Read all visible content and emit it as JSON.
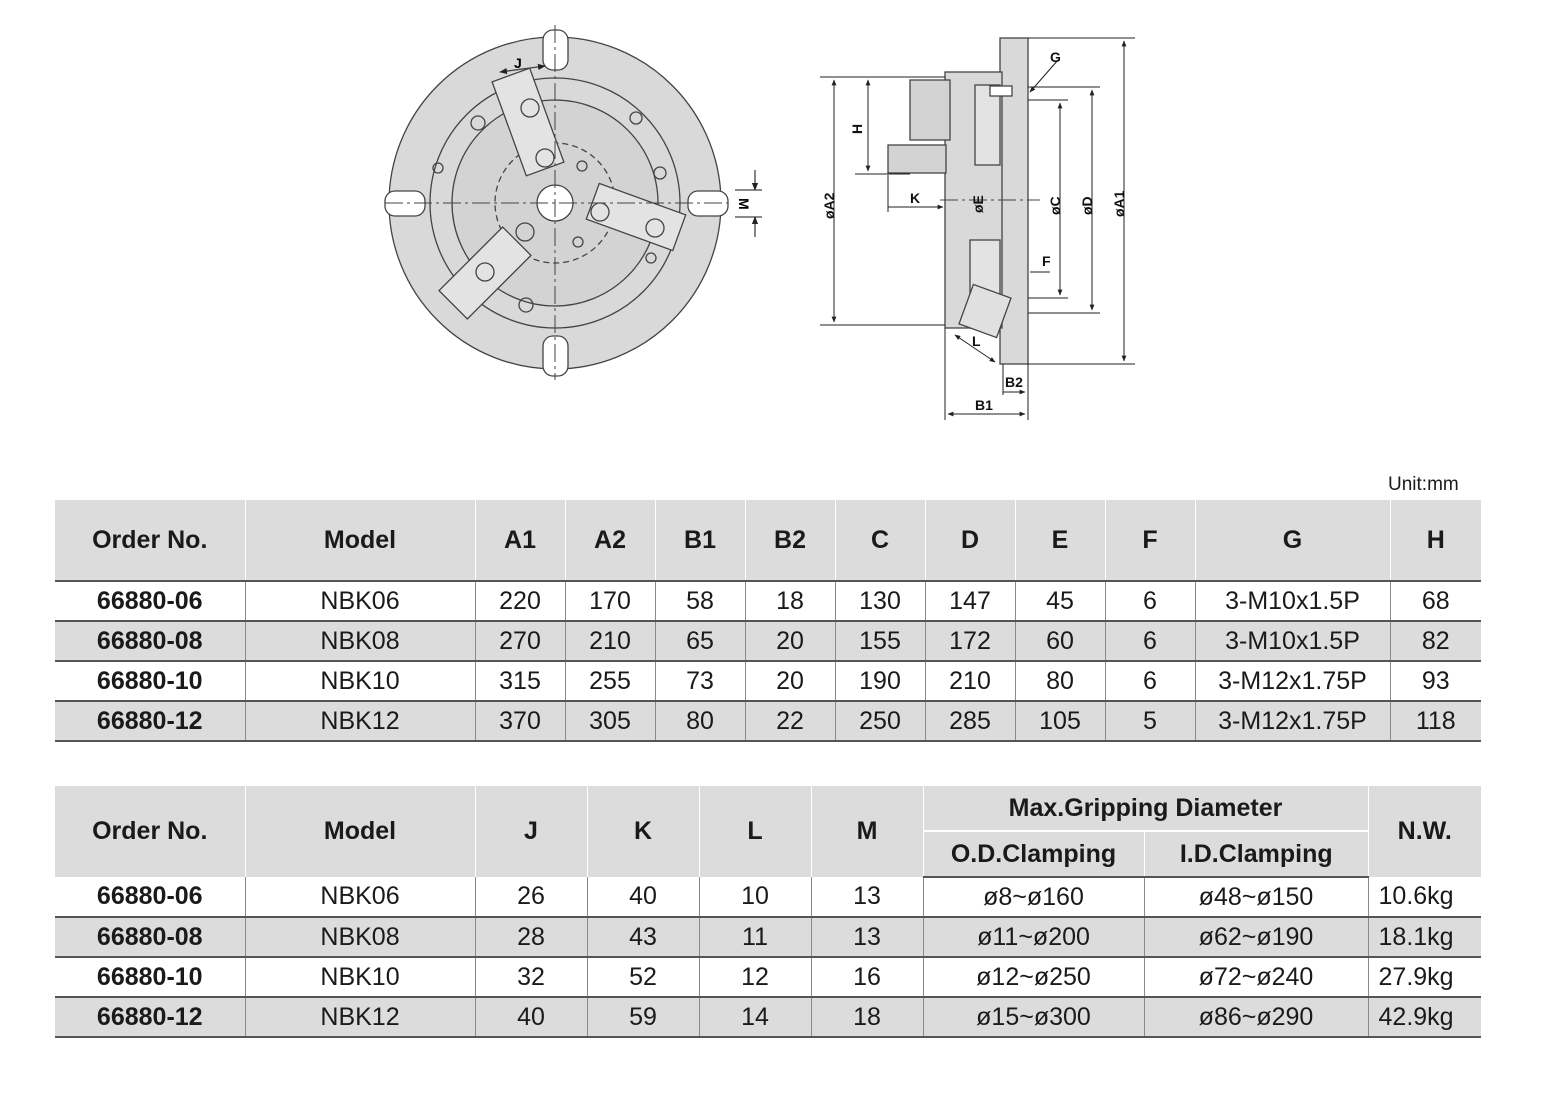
{
  "drawing": {
    "front_labels": {
      "J": "J",
      "M": "M"
    },
    "side_labels": {
      "G": "G",
      "H": "H",
      "K": "K",
      "E": "øE",
      "C": "øC",
      "D": "øD",
      "A1": "øA1",
      "A2": "øA2",
      "F": "F",
      "L": "L",
      "B1": "B1",
      "B2": "B2"
    }
  },
  "unit_label": "Unit:mm",
  "table1": {
    "headers": [
      "Order No.",
      "Model",
      "A1",
      "A2",
      "B1",
      "B2",
      "C",
      "D",
      "E",
      "F",
      "G",
      "H"
    ],
    "rows": [
      [
        "66880-06",
        "NBK06",
        "220",
        "170",
        "58",
        "18",
        "130",
        "147",
        "45",
        "6",
        "3-M10x1.5P",
        "68"
      ],
      [
        "66880-08",
        "NBK08",
        "270",
        "210",
        "65",
        "20",
        "155",
        "172",
        "60",
        "6",
        "3-M10x1.5P",
        "82"
      ],
      [
        "66880-10",
        "NBK10",
        "315",
        "255",
        "73",
        "20",
        "190",
        "210",
        "80",
        "6",
        "3-M12x1.75P",
        "93"
      ],
      [
        "66880-12",
        "NBK12",
        "370",
        "305",
        "80",
        "22",
        "250",
        "285",
        "105",
        "5",
        "3-M12x1.75P",
        "118"
      ]
    ]
  },
  "table2": {
    "headers": [
      "Order No.",
      "Model",
      "J",
      "K",
      "L",
      "M"
    ],
    "group_header": "Max.Gripping Diameter",
    "sub_headers": [
      "O.D.Clamping",
      "I.D.Clamping"
    ],
    "last_header": "N.W.",
    "rows": [
      [
        "66880-06",
        "NBK06",
        "26",
        "40",
        "10",
        "13",
        "ø8~ø160",
        "ø48~ø150",
        "10.6kg"
      ],
      [
        "66880-08",
        "NBK08",
        "28",
        "43",
        "11",
        "13",
        "ø11~ø200",
        "ø62~ø190",
        "18.1kg"
      ],
      [
        "66880-10",
        "NBK10",
        "32",
        "52",
        "12",
        "16",
        "ø12~ø250",
        "ø72~ø240",
        "27.9kg"
      ],
      [
        "66880-12",
        "NBK12",
        "40",
        "59",
        "14",
        "18",
        "ø15~ø300",
        "ø86~ø290",
        "42.9kg"
      ]
    ]
  }
}
